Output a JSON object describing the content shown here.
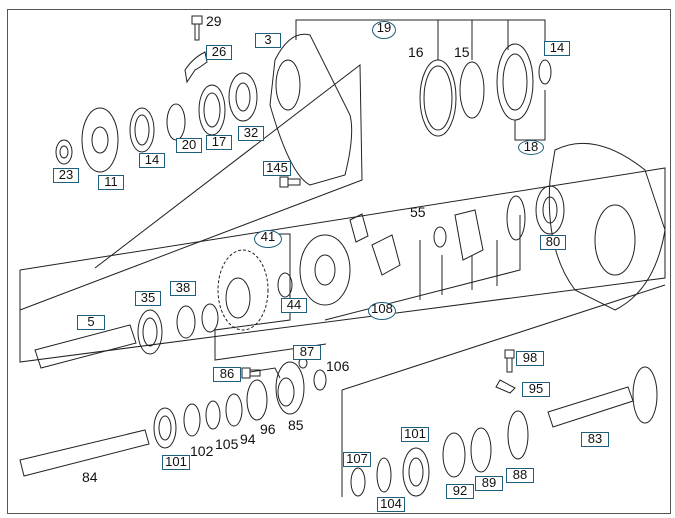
{
  "diagram": {
    "title": "Transfer case exploded parts diagram",
    "labels": [
      "29",
      "26",
      "3",
      "19",
      "16",
      "15",
      "14",
      "32",
      "17",
      "20",
      "14",
      "23",
      "11",
      "145",
      "18",
      "41",
      "55",
      "80",
      "44",
      "108",
      "35",
      "38",
      "5",
      "87",
      "106",
      "86",
      "98",
      "95",
      "83",
      "101",
      "107",
      "104",
      "92",
      "89",
      "88",
      "101",
      "102",
      "105",
      "94",
      "96",
      "85",
      "84"
    ],
    "colors": {
      "label_border": "#1d5f7c",
      "line": "#222222",
      "frame": "#555555"
    }
  }
}
